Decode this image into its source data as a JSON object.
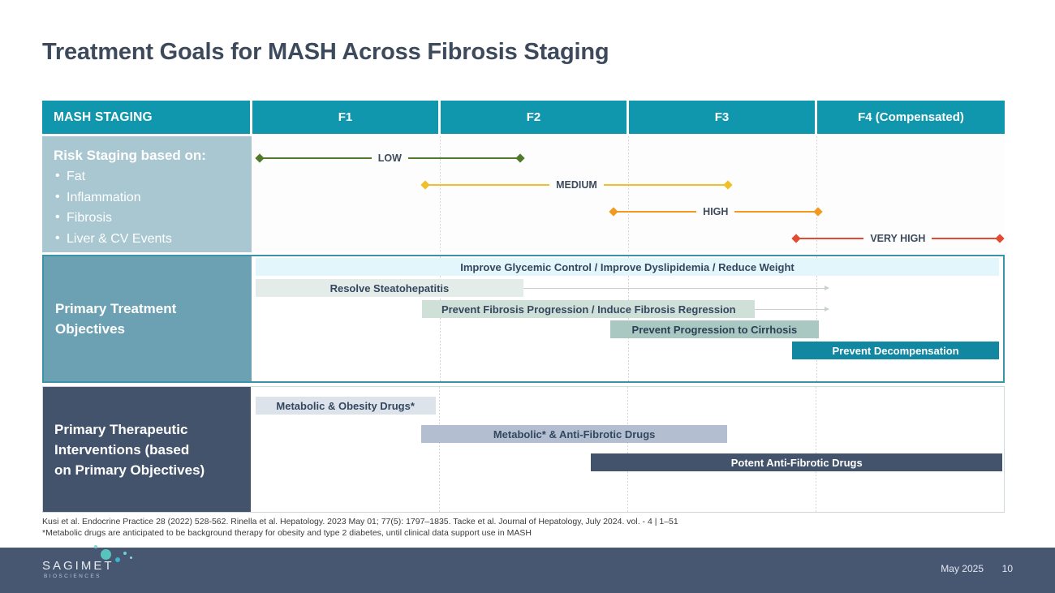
{
  "slide": {
    "title": "Treatment Goals for MASH Across Fibrosis Staging",
    "page_number": "10",
    "date": "May 2025",
    "brand": {
      "name": "SAGIMET",
      "tagline": "BIOSCIENCES",
      "footer_color": "#475671",
      "accent": "#1197ad"
    }
  },
  "table": {
    "header": {
      "row_label": "MASH STAGING",
      "stages": [
        "F1",
        "F2",
        "F3",
        "F4 (Compensated)"
      ]
    },
    "risk_section": {
      "heading": "Risk Staging based on:",
      "bullets": [
        "Fat",
        "Inflammation",
        "Fibrosis",
        "Liver & CV Events"
      ],
      "levels": [
        {
          "label": "LOW",
          "color": "#4e7a2a",
          "start_pct": 0.6,
          "end_pct": 36.2
        },
        {
          "label": "MEDIUM",
          "color": "#efc029",
          "start_pct": 22.7,
          "end_pct": 63.8
        },
        {
          "label": "HIGH",
          "color": "#f19a1f",
          "start_pct": 47.7,
          "end_pct": 75.8
        },
        {
          "label": "VERY HIGH",
          "color": "#e24b32",
          "start_pct": 72.0,
          "end_pct": 100.0
        }
      ]
    },
    "objectives_section": {
      "title": "Primary Treatment\nObjectives",
      "bars": [
        {
          "label": "Improve Glycemic Control / Improve Dyslipidemia / Reduce Weight",
          "bg": "#e2f6fb",
          "fg": "#34475e",
          "start_pct": 0.5,
          "end_pct": 99.5,
          "tail_pct": 0
        },
        {
          "label": "Resolve Steatohepatitis",
          "bg": "#e4ece9",
          "fg": "#34475e",
          "start_pct": 0.5,
          "end_pct": 36.2,
          "tail_pct": 76.8
        },
        {
          "label": "Prevent Fibrosis Progression / Induce Fibrosis Regression",
          "bg": "#cfe0d9",
          "fg": "#34475e",
          "start_pct": 22.7,
          "end_pct": 67.0,
          "tail_pct": 76.8
        },
        {
          "label": "Prevent Progression to Cirrhosis",
          "bg": "#a9c8c2",
          "fg": "#2d3f52",
          "start_pct": 47.7,
          "end_pct": 75.5,
          "tail_pct": 0
        },
        {
          "label": "Prevent Decompensation",
          "bg": "#1187a2",
          "fg": "#ffffff",
          "start_pct": 71.9,
          "end_pct": 99.5,
          "tail_pct": 0
        }
      ]
    },
    "interventions_section": {
      "title": "Primary Therapeutic\nInterventions (based\non Primary Objectives)",
      "bars": [
        {
          "label": "Metabolic & Obesity Drugs*",
          "bg": "#dde3eb",
          "fg": "#34475e",
          "start_pct": 0.6,
          "end_pct": 24.6
        },
        {
          "label": "Metabolic* & Anti-Fibrotic Drugs",
          "bg": "#b3bed0",
          "fg": "#34475e",
          "start_pct": 22.7,
          "end_pct": 63.4
        },
        {
          "label": "Potent Anti-Fibrotic Drugs",
          "bg": "#43536b",
          "fg": "#ffffff",
          "start_pct": 45.3,
          "end_pct": 100.0
        }
      ]
    }
  },
  "footnotes": [
    "Kusi et al. Endocrine Practice 28 (2022) 528-562. Rinella et al. Hepatology. 2023 May 01; 77(5): 1797–1835. Tacke et al. Journal of Hepatology, July 2024. vol. - 4 | 1–51",
    "*Metabolic drugs are anticipated to be background therapy for obesity and type 2 diabetes, until clinical data support use in MASH"
  ]
}
